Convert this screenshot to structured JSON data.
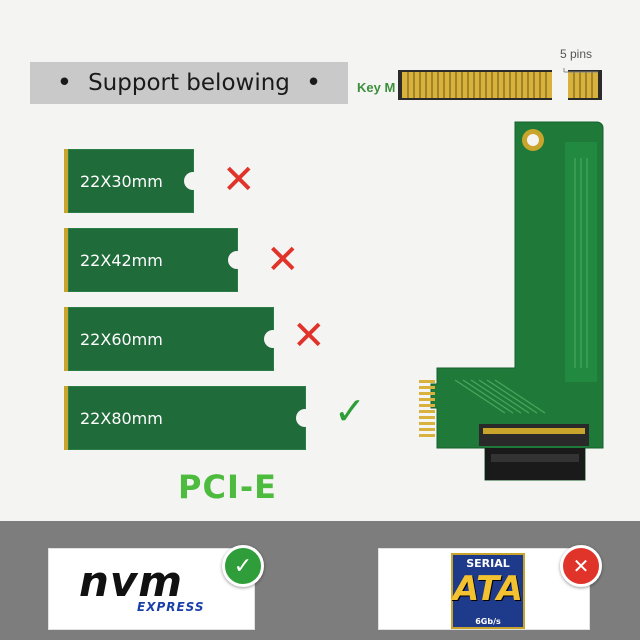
{
  "banner": {
    "bullet_left": "•",
    "text": "Support belowing",
    "bullet_right": "•"
  },
  "connector": {
    "key_label": "Key M",
    "pins_label": "5 pins"
  },
  "ssds": [
    {
      "size": "22X30mm",
      "supported": false
    },
    {
      "size": "22X42mm",
      "supported": false
    },
    {
      "size": "22X60mm",
      "supported": false
    },
    {
      "size": "22X80mm",
      "supported": true
    }
  ],
  "marks": {
    "unsupported": "✕",
    "supported": "✓"
  },
  "interface_label": "PCI-E",
  "compat": {
    "nvme": {
      "main": "nvm",
      "sub": "EXPRESS",
      "supported": true
    },
    "sata": {
      "line1": "SERIAL",
      "main": "ATA",
      "sub": "6Gb/s",
      "supported": false
    }
  },
  "colors": {
    "ssd_green": "#1f6b3a",
    "pcie_green": "#4cbb3e",
    "cross_red": "#e0332a",
    "check_green": "#2f9e3a",
    "gold": "#c9a52c"
  }
}
